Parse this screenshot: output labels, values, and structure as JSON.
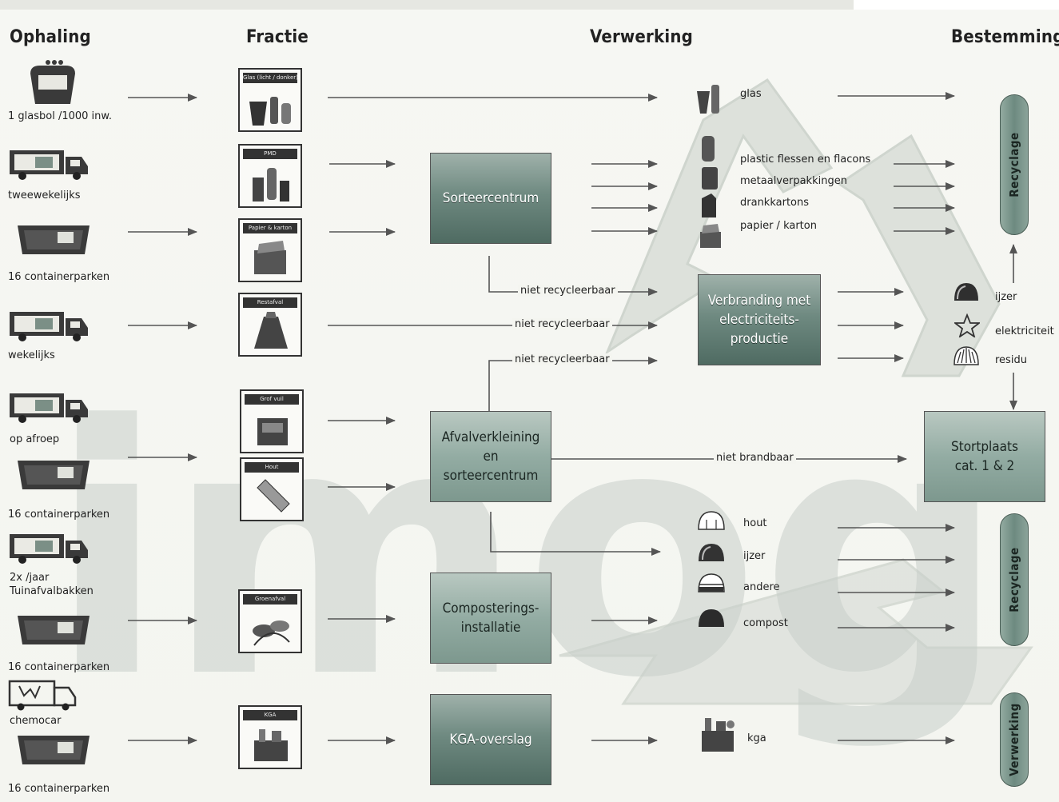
{
  "headers": {
    "ophaling": "Ophaling",
    "fractie": "Fractie",
    "verwerking": "Verwerking",
    "bestemming": "Bestemming"
  },
  "ophaling": [
    {
      "label": "1 glasbol /1000 inw.",
      "icon": "glass-bin-icon"
    },
    {
      "label": "tweewekelijks",
      "icon": "truck-icon"
    },
    {
      "label": "16 containerparken",
      "icon": "container-icon"
    },
    {
      "label": "wekelijks",
      "icon": "truck-icon"
    },
    {
      "label": "op afroep",
      "icon": "truck-icon"
    },
    {
      "label": "16 containerparken",
      "icon": "container-icon"
    },
    {
      "label": "2x /jaar",
      "label2": "Tuinafvalbakken",
      "icon": "truck-icon"
    },
    {
      "label": "16 containerparken",
      "icon": "container-icon"
    },
    {
      "label": "chemocar",
      "icon": "chemocar-icon"
    },
    {
      "label": "16 containerparken",
      "icon": "container-icon"
    }
  ],
  "fracties": [
    {
      "title": "Glas (licht / donker)",
      "icon": "glass-fraction-icon"
    },
    {
      "title": "PMD",
      "icon": "pmd-fraction-icon"
    },
    {
      "title": "Papier & karton",
      "icon": "paper-fraction-icon"
    },
    {
      "title": "Restafval",
      "icon": "restafval-fraction-icon"
    },
    {
      "title": "Grof vuil",
      "icon": "grofvuil-fraction-icon"
    },
    {
      "title": "Hout",
      "icon": "hout-fraction-icon"
    },
    {
      "title": "Groenafval",
      "icon": "groenafval-fraction-icon"
    },
    {
      "title": "KGA",
      "icon": "kga-fraction-icon"
    }
  ],
  "processes": {
    "sorteercentrum": "Sorteercentrum",
    "afvalverkleining": [
      "Afvalverkleining",
      "en",
      "sorteercentrum"
    ],
    "composteringsinstallatie": [
      "Composterings-",
      "installatie"
    ],
    "kga_overslag": "KGA-overslag",
    "verbranding": [
      "Verbranding met",
      "electriciteits-",
      "productie"
    ],
    "stortplaats": [
      "Stortplaats",
      "cat. 1 & 2"
    ]
  },
  "edge_labels": {
    "niet_recycleerbaar_1": "niet recycleerbaar",
    "niet_recycleerbaar_2": "niet recycleerbaar",
    "niet_recycleerbaar_3": "niet recycleerbaar",
    "niet_brandbaar": "niet brandbaar"
  },
  "outputs_top": [
    {
      "label": "glas",
      "icon": "glass-product-icon"
    },
    {
      "label": "plastic flessen en flacons",
      "icon": "plastic-product-icon"
    },
    {
      "label": "metaalverpakkingen",
      "icon": "metal-product-icon"
    },
    {
      "label": "drankkartons",
      "icon": "carton-product-icon"
    },
    {
      "label": "papier / karton",
      "icon": "paper-product-icon"
    }
  ],
  "outputs_incineration": [
    {
      "label": "ijzer",
      "icon": "ijzer-dome-icon"
    },
    {
      "label": "elektriciteit",
      "icon": "star-icon"
    },
    {
      "label": "residu",
      "icon": "residu-dome-icon"
    }
  ],
  "outputs_bottom": [
    {
      "label": "hout",
      "icon": "hout-dome-icon"
    },
    {
      "label": "ijzer",
      "icon": "ijzer-dome-icon"
    },
    {
      "label": "andere",
      "icon": "andere-dome-icon"
    },
    {
      "label": "compost",
      "icon": "compost-dome-icon"
    }
  ],
  "kga_output": {
    "label": "kga",
    "icon": "kga-product-icon"
  },
  "destinations": {
    "recycle_top": "Recyclage",
    "recycle_bottom": "Recyclage",
    "verwerking": "Verwerking"
  },
  "watermark": "imog",
  "colors": {
    "process_dark": "#5a766c",
    "process_light": "#93aca3",
    "arrow": "#555555",
    "recycle_symbol": "#d7dcd6"
  }
}
